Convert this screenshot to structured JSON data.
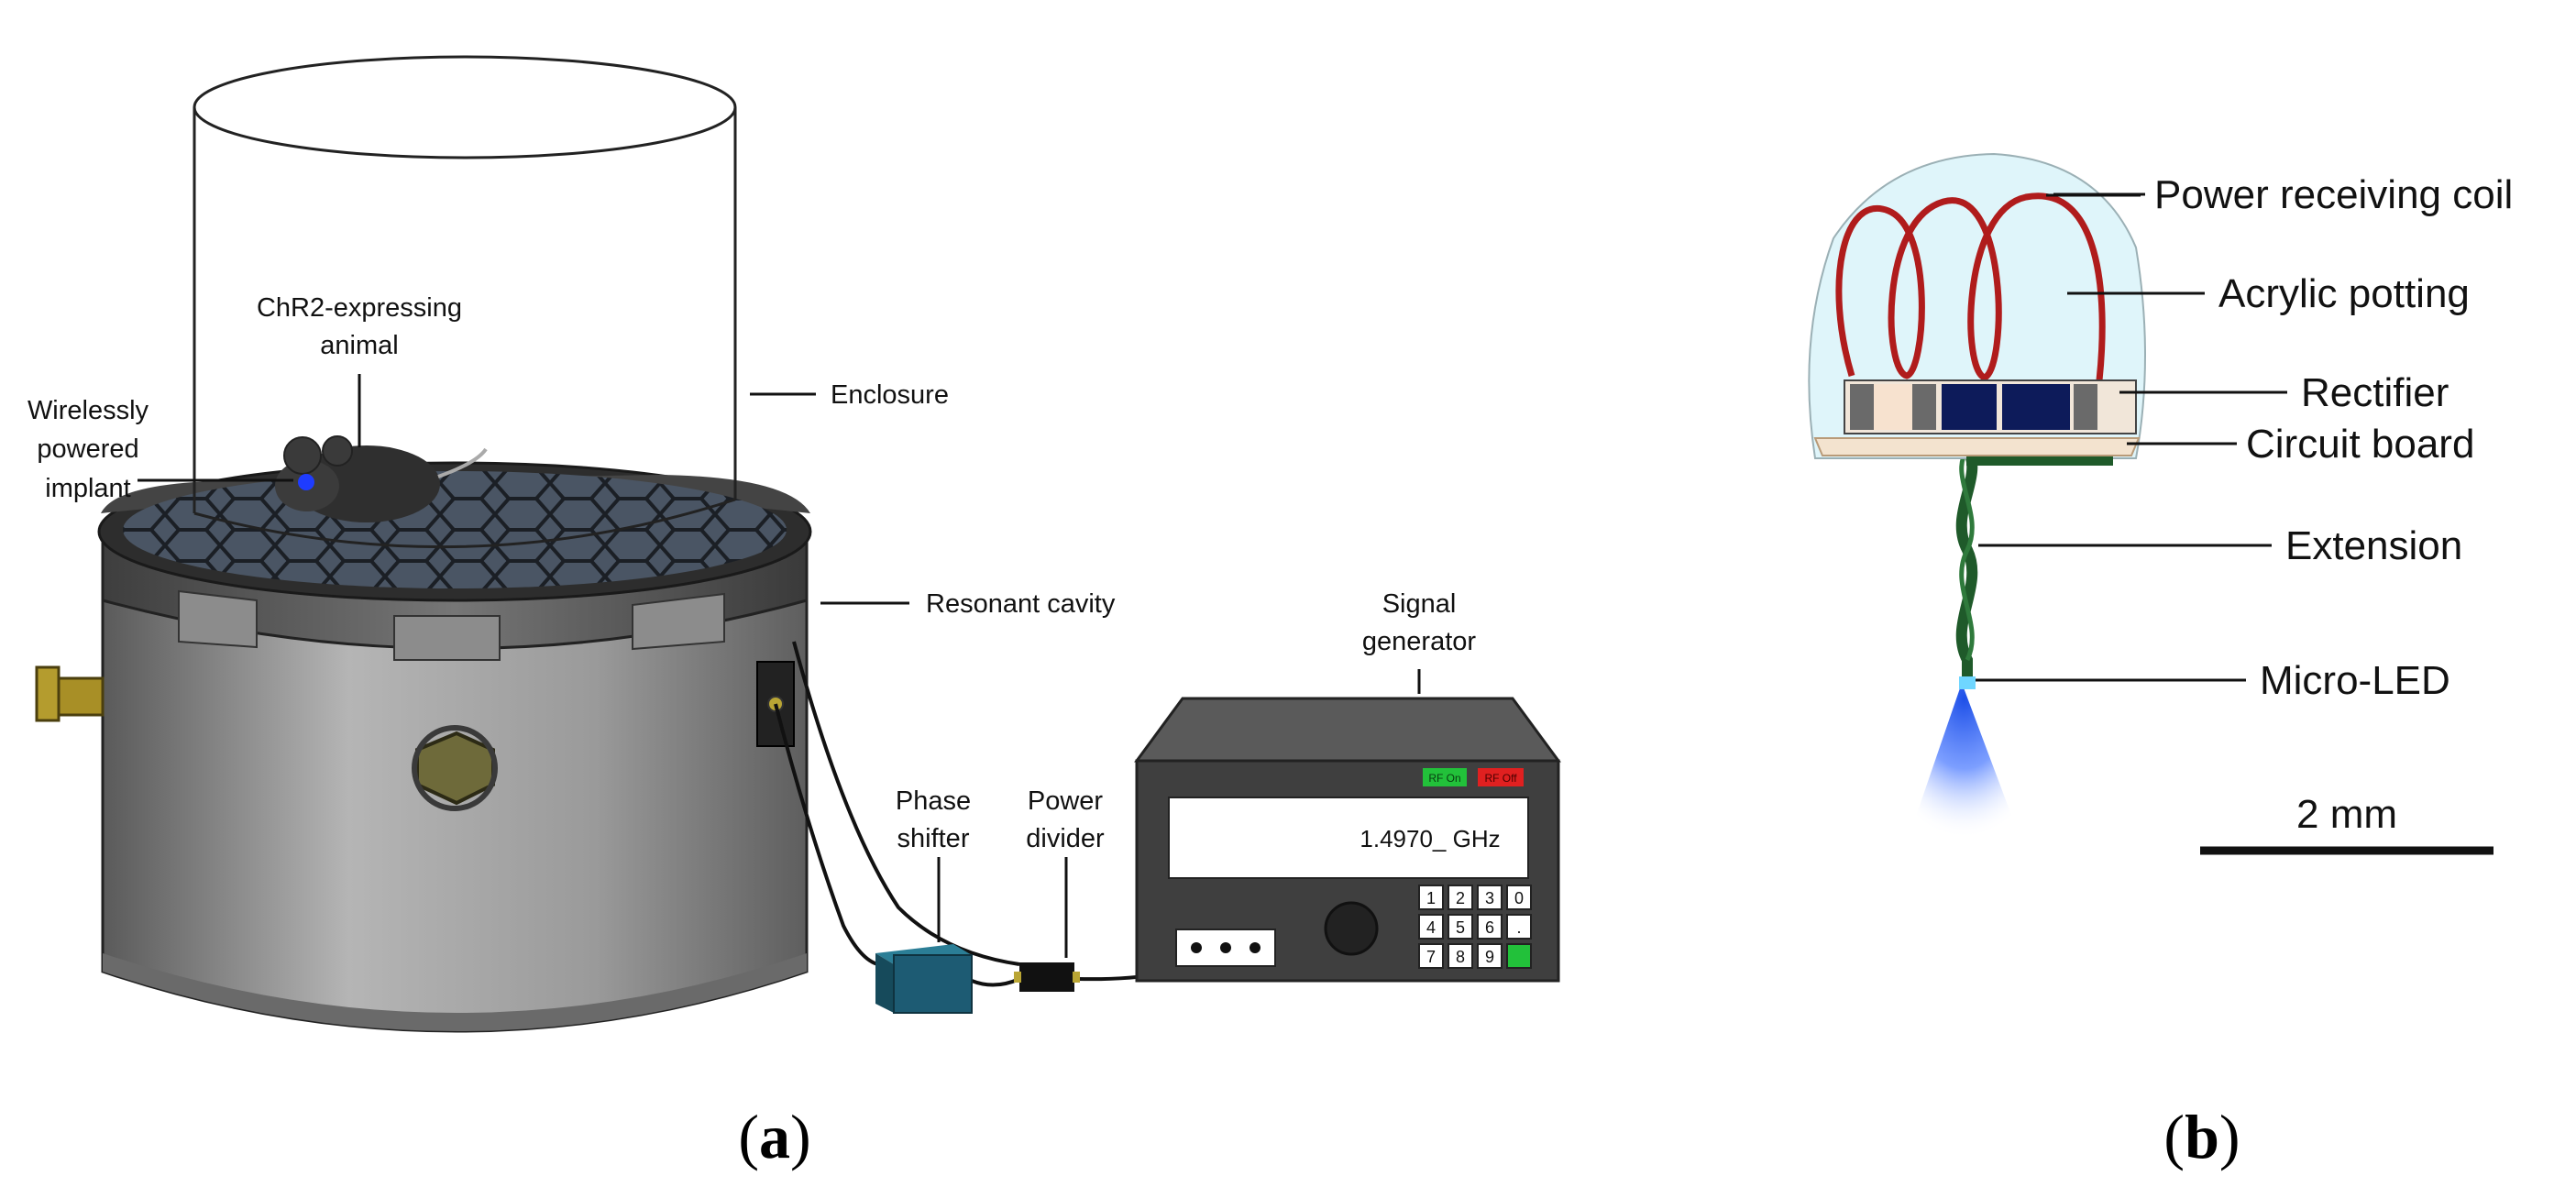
{
  "panel_a": {
    "label_open": "(",
    "label_letter": "a",
    "label_close": ")",
    "labels": {
      "animal_line1": "ChR2-expressing",
      "animal_line2": "animal",
      "implant_line1": "Wirelessly",
      "implant_line2": "powered",
      "implant_line3": "implant",
      "enclosure": "Enclosure",
      "resonant_cavity": "Resonant cavity",
      "signal_generator_line1": "Signal",
      "signal_generator_line2": "generator",
      "phase_shifter_line1": "Phase",
      "phase_shifter_line2": "shifter",
      "power_divider_line1": "Power",
      "power_divider_line2": "divider"
    },
    "signal_generator": {
      "display": "1.4970_ GHz",
      "rf_on": "RF On",
      "rf_off": "RF Off",
      "keypad": [
        "1",
        "2",
        "3",
        "0",
        "4",
        "5",
        "6",
        ".",
        "7",
        "8",
        "9"
      ]
    }
  },
  "panel_b": {
    "label_open": "(",
    "label_letter": "b",
    "label_close": ")",
    "labels": {
      "coil": "Power receiving coil",
      "potting": "Acrylic potting",
      "rectifier": "Rectifier",
      "circuit_board": "Circuit board",
      "extension": "Extension",
      "micro_led": "Micro-LED",
      "scale_bar": "2 mm"
    }
  },
  "colors": {
    "cavity_body": "#8a8a8a",
    "mesh": "#3a3f48",
    "coil": "#b01c1c",
    "potting": "#dff5fa",
    "extension": "#1f5a2a",
    "led": "#2f6bff",
    "phase_shifter": "#1d5b73"
  }
}
